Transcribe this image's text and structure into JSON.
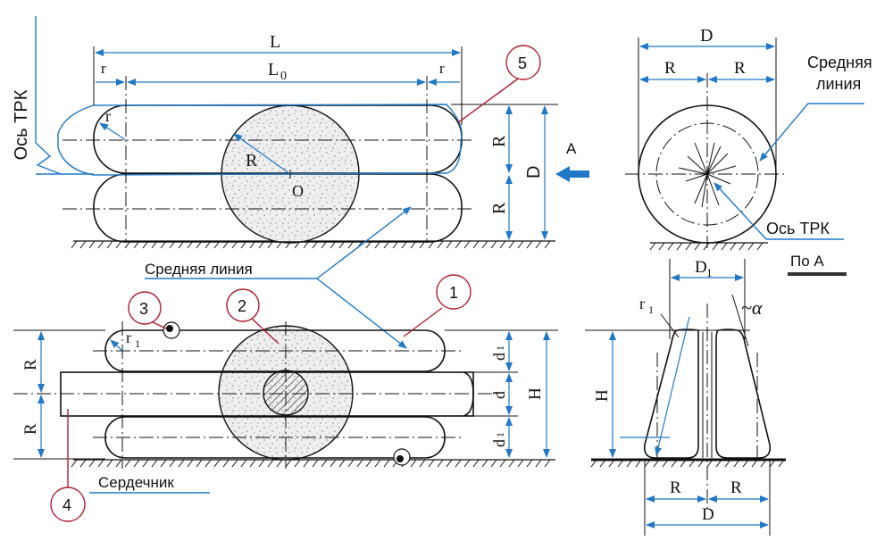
{
  "labels": {
    "os_trk_vertical": "Ось ТРК",
    "os_trk": "Ось ТРК",
    "srednyaya_liniya_top": "Средняя",
    "srednyaya_liniya_bottom": "линия",
    "srednyaya_liniya_center": "Средняя линия",
    "serdechnik": "Сердечник",
    "po_a": "По А",
    "view_a": "A",
    "center_o": "O",
    "alpha": "~α"
  },
  "dimensions": {
    "L": "L",
    "L0_main": "L",
    "L0_sub": "0",
    "r": "r",
    "R": "R",
    "D": "D",
    "D1_main": "D",
    "D1_sub": "1",
    "r1_main": "r",
    "r1_sub": "1",
    "d": "d",
    "d1_main": "d",
    "d1_sub": "1",
    "H": "H"
  },
  "callouts": [
    "1",
    "2",
    "3",
    "4",
    "5"
  ],
  "colors": {
    "dimension_blue": "#1f78c8",
    "callout_red": "#b01e2e",
    "ink": "#111111",
    "wheel_fill": "#ececec"
  }
}
